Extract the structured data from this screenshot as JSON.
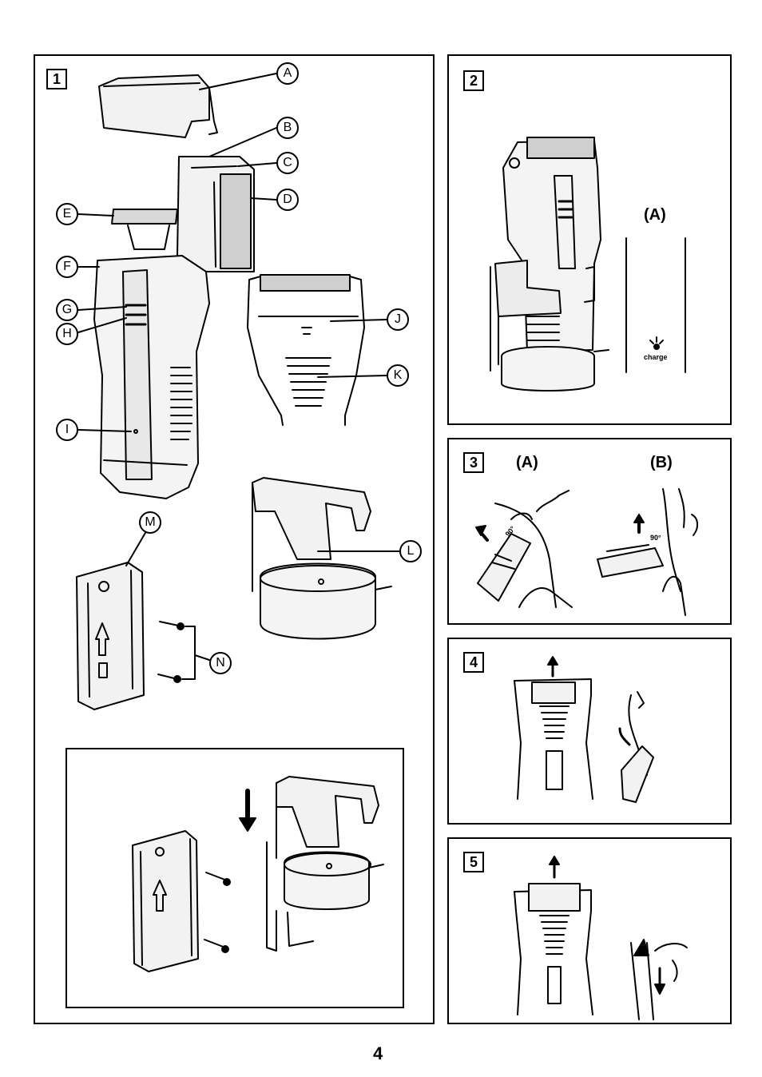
{
  "panels": {
    "p1": {
      "number": "1"
    },
    "p2": {
      "number": "2",
      "label_a": "(A)",
      "charge_text": "charge"
    },
    "p3": {
      "number": "3",
      "label_a": "(A)",
      "label_b": "(B)",
      "angle_a": "90°",
      "angle_b": "90°"
    },
    "p4": {
      "number": "4"
    },
    "p5": {
      "number": "5"
    }
  },
  "callouts": [
    "A",
    "B",
    "C",
    "D",
    "E",
    "F",
    "G",
    "H",
    "I",
    "J",
    "K",
    "L",
    "M",
    "N"
  ],
  "page_number": "4"
}
